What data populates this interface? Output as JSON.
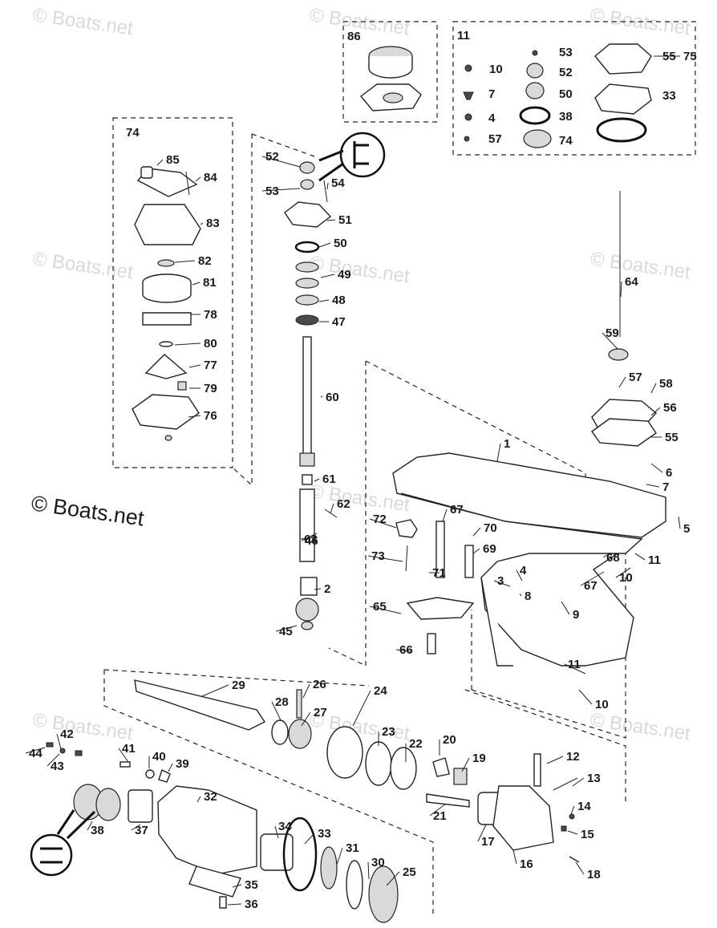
{
  "watermark": "© Boats.net",
  "callouts": [
    "1",
    "2",
    "3",
    "4",
    "5",
    "6",
    "7",
    "8",
    "9",
    "10",
    "10",
    "10",
    "11",
    "11",
    "11",
    "12",
    "13",
    "14",
    "15",
    "16",
    "17",
    "18",
    "19",
    "20",
    "21",
    "22",
    "23",
    "24",
    "25",
    "26",
    "27",
    "28",
    "29",
    "30",
    "31",
    "32",
    "33",
    "34",
    "35",
    "36",
    "37",
    "38",
    "39",
    "40",
    "41",
    "42",
    "43",
    "44",
    "45",
    "46",
    "47",
    "48",
    "49",
    "50",
    "51",
    "52",
    "53",
    "54",
    "55",
    "56",
    "57",
    "58",
    "59",
    "60",
    "61",
    "62",
    "63",
    "64",
    "65",
    "66",
    "67",
    "67",
    "68",
    "69",
    "70",
    "71",
    "72",
    "73",
    "74",
    "75",
    "76",
    "77",
    "78",
    "79",
    "80",
    "81",
    "82",
    "83",
    "84",
    "85",
    "86",
    "11",
    "10",
    "7",
    "4",
    "57",
    "53",
    "52",
    "50",
    "38",
    "74",
    "55",
    "33"
  ],
  "icons": [
    "seal-detail-icon"
  ]
}
